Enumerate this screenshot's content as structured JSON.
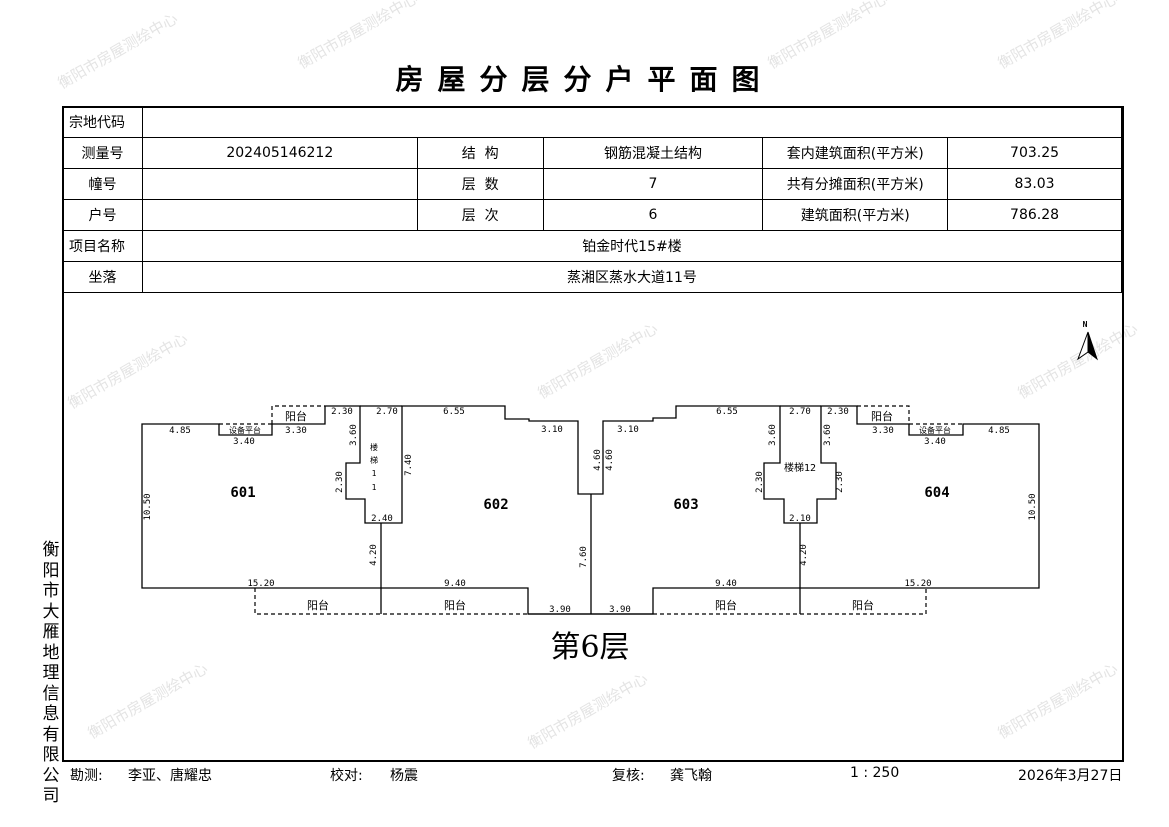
{
  "title": "房屋分层分户平面图",
  "watermark": "衡阳市房屋测绘中心",
  "info": {
    "parcel_code_label": "宗地代码",
    "parcel_code": "",
    "survey_no_label": "测量号",
    "survey_no": "202405146212",
    "structure_label": "结  构",
    "structure": "钢筋混凝土结构",
    "inner_area_label": "套内建筑面积(平方米)",
    "inner_area": "703.25",
    "building_no_label": "幢号",
    "building_no": "",
    "floors_label": "层  数",
    "floors": "7",
    "shared_area_label": "共有分摊面积(平方米)",
    "shared_area": "83.03",
    "unit_no_label": "户号",
    "unit_no": "",
    "floor_label": "层  次",
    "floor": "6",
    "build_area_label": "建筑面积(平方米)",
    "build_area": "786.28",
    "project_label": "项目名称",
    "project": "铂金时代15#楼",
    "location_label": "坐落",
    "location": "蒸湘区蒸水大道11号"
  },
  "plan": {
    "north": "N",
    "floor_caption": "第6层",
    "units": [
      "601",
      "602",
      "603",
      "604"
    ],
    "balcony": "阳台",
    "equipment": "设备平台",
    "stair_left": [
      "楼",
      "梯",
      "1",
      "1"
    ],
    "stair_right": "楼梯12",
    "dims": [
      "4.85",
      "3.40",
      "3.30",
      "2.30",
      "2.70",
      "6.55",
      "3.10",
      "3.60",
      "2.30",
      "7.40",
      "2.40",
      "4.20",
      "4.60",
      "10.50",
      "15.20",
      "9.40",
      "7.60",
      "3.90",
      "3.10",
      "4.60",
      "6.55",
      "2.70",
      "2.30",
      "3.60",
      "3.60",
      "2.30",
      "2.30",
      "2.10",
      "4.20",
      "3.30",
      "3.40",
      "4.85",
      "10.50",
      "9.40",
      "15.20",
      "3.90"
    ]
  },
  "company": "衡阳市大雁地理信息有限公司",
  "footer": {
    "surveyor_label": "勘测:",
    "surveyor": "李亚、唐耀忠",
    "checker_label": "校对:",
    "checker": "杨震",
    "reviewer_label": "复核:",
    "reviewer": "龚飞翰",
    "scale": "1 : 250",
    "date": "2026年3月27日"
  }
}
